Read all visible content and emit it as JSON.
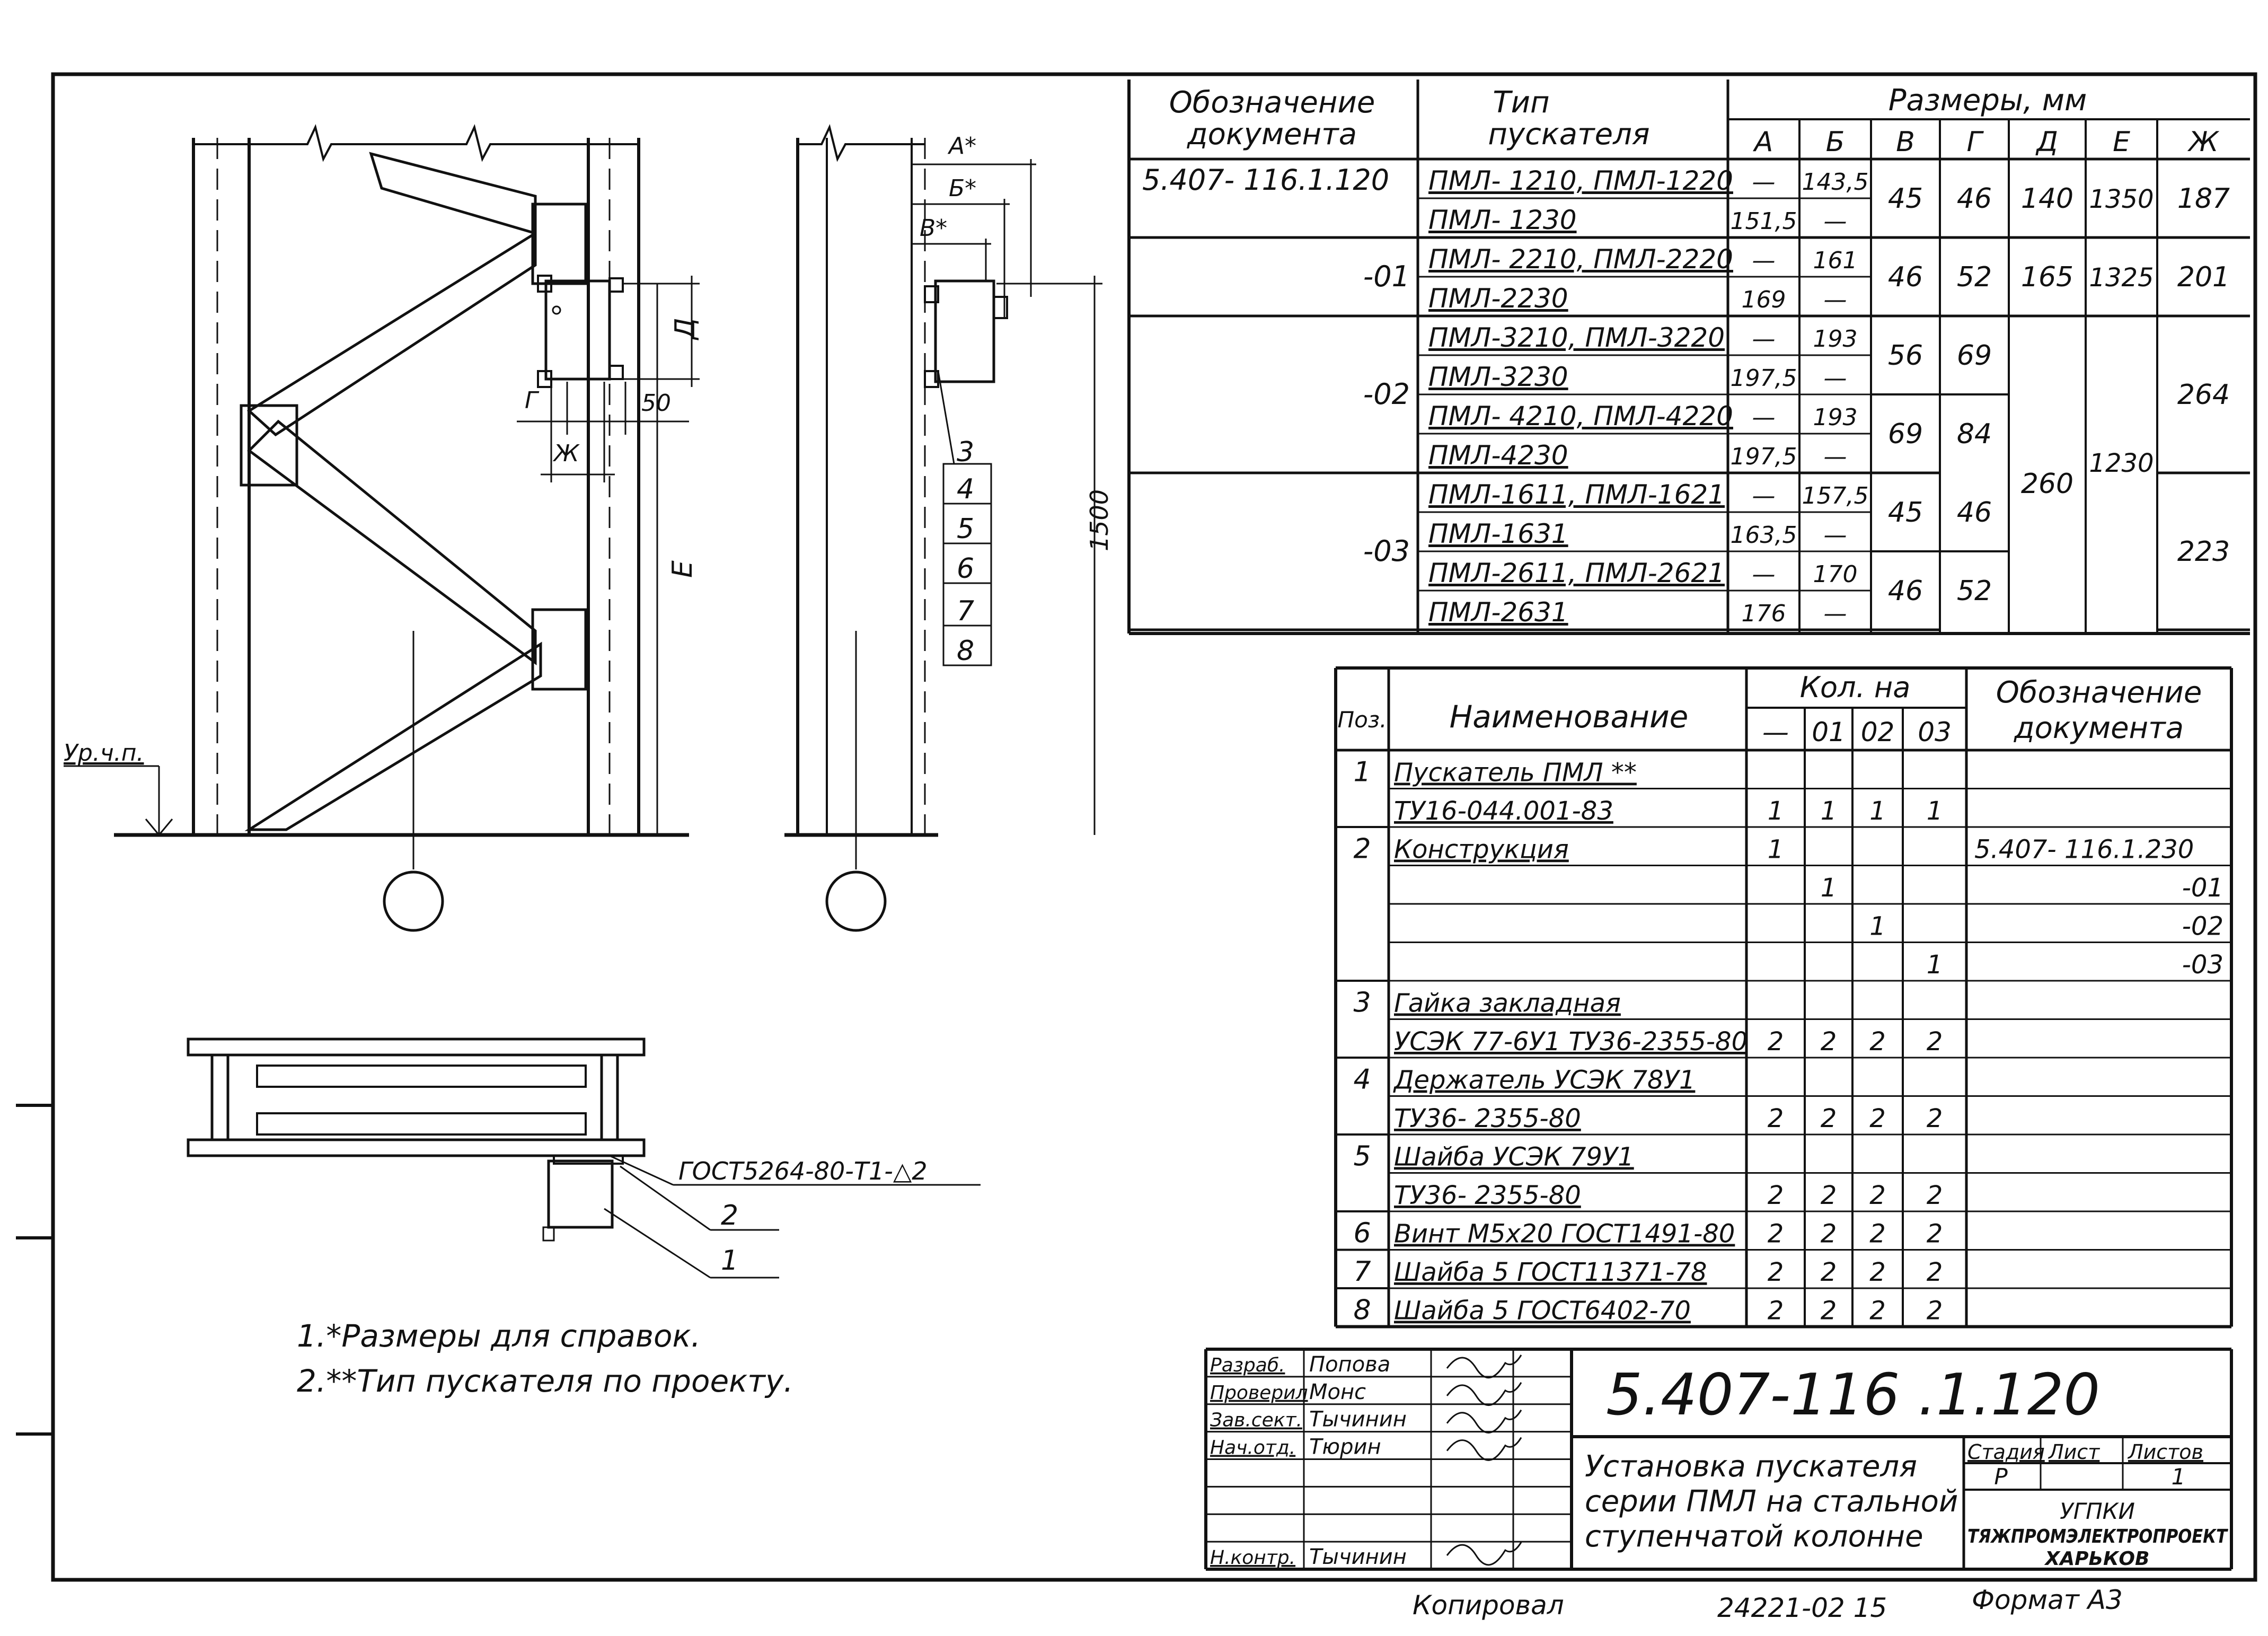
{
  "drawing": {
    "level_label": "Ур.ч.п.",
    "dim_A": "А*",
    "dim_B": "Б*",
    "dim_V": "В*",
    "dim_D": "Д",
    "dim_G": "Г",
    "dim_50": "50",
    "dim_Zh": "Ж",
    "dim_E": "Е",
    "dim_1500": "1500",
    "leader_numbers": [
      "3",
      "4",
      "5",
      "6",
      "7",
      "8"
    ],
    "weld_note": "ГОСТ5264-80-Т1-△2",
    "section_callouts": [
      "2",
      "1"
    ]
  },
  "notes": [
    "1.*Размеры для справок.",
    "2.**Тип пускателя по проекту."
  ],
  "size_table": {
    "header_doc": [
      "Обозначение",
      "документа"
    ],
    "header_type": [
      "Тип",
      "пускателя"
    ],
    "header_sizes": "Размеры, мм",
    "size_cols": [
      "А",
      "Б",
      "В",
      "Г",
      "Д",
      "Е",
      "Ж"
    ],
    "groups": [
      {
        "doc": "5.407- 116.1.120",
        "rows": [
          {
            "type": "ПМЛ- 1210, ПМЛ-1220",
            "A": "—",
            "B": "143,5"
          },
          {
            "type": "ПМЛ- 1230",
            "A": "151,5",
            "B": "—"
          }
        ],
        "V": "45",
        "G": "46",
        "D": "140",
        "E": "1350",
        "Zh": "187"
      },
      {
        "doc": "-01",
        "rows": [
          {
            "type": "ПМЛ- 2210, ПМЛ-2220",
            "A": "—",
            "B": "161"
          },
          {
            "type": "ПМЛ-2230",
            "A": "169",
            "B": "—"
          }
        ],
        "V": "46",
        "G": "52",
        "D": "165",
        "E": "1325",
        "Zh": "201"
      },
      {
        "doc": "-02",
        "rows": [
          {
            "type": "ПМЛ-3210, ПМЛ-3220",
            "A": "—",
            "B": "193"
          },
          {
            "type": "ПМЛ-3230",
            "A": "197,5",
            "B": "—"
          },
          {
            "type": "ПМЛ- 4210, ПМЛ-4220",
            "A": "—",
            "B": "193"
          },
          {
            "type": "ПМЛ-4230",
            "A": "197,5",
            "B": "—"
          }
        ],
        "V_G": [
          [
            "56",
            "69"
          ],
          [
            "69",
            "84"
          ]
        ],
        "Zh": "264"
      },
      {
        "doc": "-03",
        "rows": [
          {
            "type": "ПМЛ-1611, ПМЛ-1621",
            "A": "—",
            "B": "157,5"
          },
          {
            "type": "ПМЛ-1631",
            "A": "163,5",
            "B": "—"
          },
          {
            "type": "ПМЛ-2611, ПМЛ-2621",
            "A": "—",
            "B": "170"
          },
          {
            "type": "ПМЛ-2631",
            "A": "176",
            "B": "—"
          }
        ],
        "V_G": [
          [
            "45",
            "46"
          ],
          [
            "46",
            "52"
          ]
        ],
        "Zh": "223"
      }
    ],
    "shared_D": "260",
    "shared_E": "1230"
  },
  "spec_table": {
    "h_pos": "Поз.",
    "h_name": "Наименование",
    "h_qty": "Кол. на",
    "h_qty_cols": [
      "—",
      "01",
      "02",
      "03"
    ],
    "h_doc": [
      "Обозначение",
      "документа"
    ],
    "rows": [
      {
        "pos": "1",
        "name": "Пускатель ПМЛ **",
        "q": [
          "",
          "",
          "",
          ""
        ],
        "doc": ""
      },
      {
        "pos": "",
        "name": "ТУ16-044.001-83",
        "q": [
          "1",
          "1",
          "1",
          "1"
        ],
        "doc": ""
      },
      {
        "pos": "2",
        "name": "Конструкция",
        "q": [
          "1",
          "",
          "",
          ""
        ],
        "doc": "5.407- 116.1.230"
      },
      {
        "pos": "",
        "name": "",
        "q": [
          "",
          "1",
          "",
          ""
        ],
        "doc": "-01"
      },
      {
        "pos": "",
        "name": "",
        "q": [
          "",
          "",
          "1",
          ""
        ],
        "doc": "-02"
      },
      {
        "pos": "",
        "name": "",
        "q": [
          "",
          "",
          "",
          "1"
        ],
        "doc": "-03"
      },
      {
        "pos": "3",
        "name": "Гайка закладная",
        "q": [
          "",
          "",
          "",
          ""
        ],
        "doc": ""
      },
      {
        "pos": "",
        "name": "УСЭК 77-6У1 ТУ36-2355-80",
        "q": [
          "2",
          "2",
          "2",
          "2"
        ],
        "doc": ""
      },
      {
        "pos": "4",
        "name": "Держатель УСЭК 78У1",
        "q": [
          "",
          "",
          "",
          ""
        ],
        "doc": ""
      },
      {
        "pos": "",
        "name": "ТУ36- 2355-80",
        "q": [
          "2",
          "2",
          "2",
          "2"
        ],
        "doc": ""
      },
      {
        "pos": "5",
        "name": "Шайба УСЭК 79У1",
        "q": [
          "",
          "",
          "",
          ""
        ],
        "doc": ""
      },
      {
        "pos": "",
        "name": "ТУ36- 2355-80",
        "q": [
          "2",
          "2",
          "2",
          "2"
        ],
        "doc": ""
      },
      {
        "pos": "6",
        "name": "Винт М5х20 ГОСТ1491-80",
        "q": [
          "2",
          "2",
          "2",
          "2"
        ],
        "doc": ""
      },
      {
        "pos": "7",
        "name": "Шайба 5 ГОСТ11371-78",
        "q": [
          "2",
          "2",
          "2",
          "2"
        ],
        "doc": ""
      },
      {
        "pos": "8",
        "name": "Шайба 5 ГОСТ6402-70",
        "q": [
          "2",
          "2",
          "2",
          "2"
        ],
        "doc": ""
      }
    ]
  },
  "title_block": {
    "code": "5.407-116 .1.120",
    "title": [
      "Установка пускателя",
      "серии ПМЛ на стальной",
      "ступенчатой колонне"
    ],
    "people": [
      {
        "role": "Разраб.",
        "name": "Попова"
      },
      {
        "role": "Проверил",
        "name": "Монс"
      },
      {
        "role": "Зав.сект.",
        "name": "Тычинин"
      },
      {
        "role": "Нач.отд.",
        "name": "Тюрин"
      },
      {
        "role": "",
        "name": ""
      },
      {
        "role": "",
        "name": ""
      },
      {
        "role": "Н.контр.",
        "name": "Тычинин"
      }
    ],
    "stage_label": "Стадия",
    "sheet_label": "Лист",
    "sheets_label": "Листов",
    "stage": "Р",
    "sheets": "1",
    "org": [
      "УГПКИ",
      "ТЯЖПРОМЭЛЕКТРОПРОЕКТ",
      "ХАРЬКОВ"
    ]
  },
  "footer": {
    "copied": "Копировал",
    "number": "24221-02 15",
    "format": "Формат А3"
  }
}
